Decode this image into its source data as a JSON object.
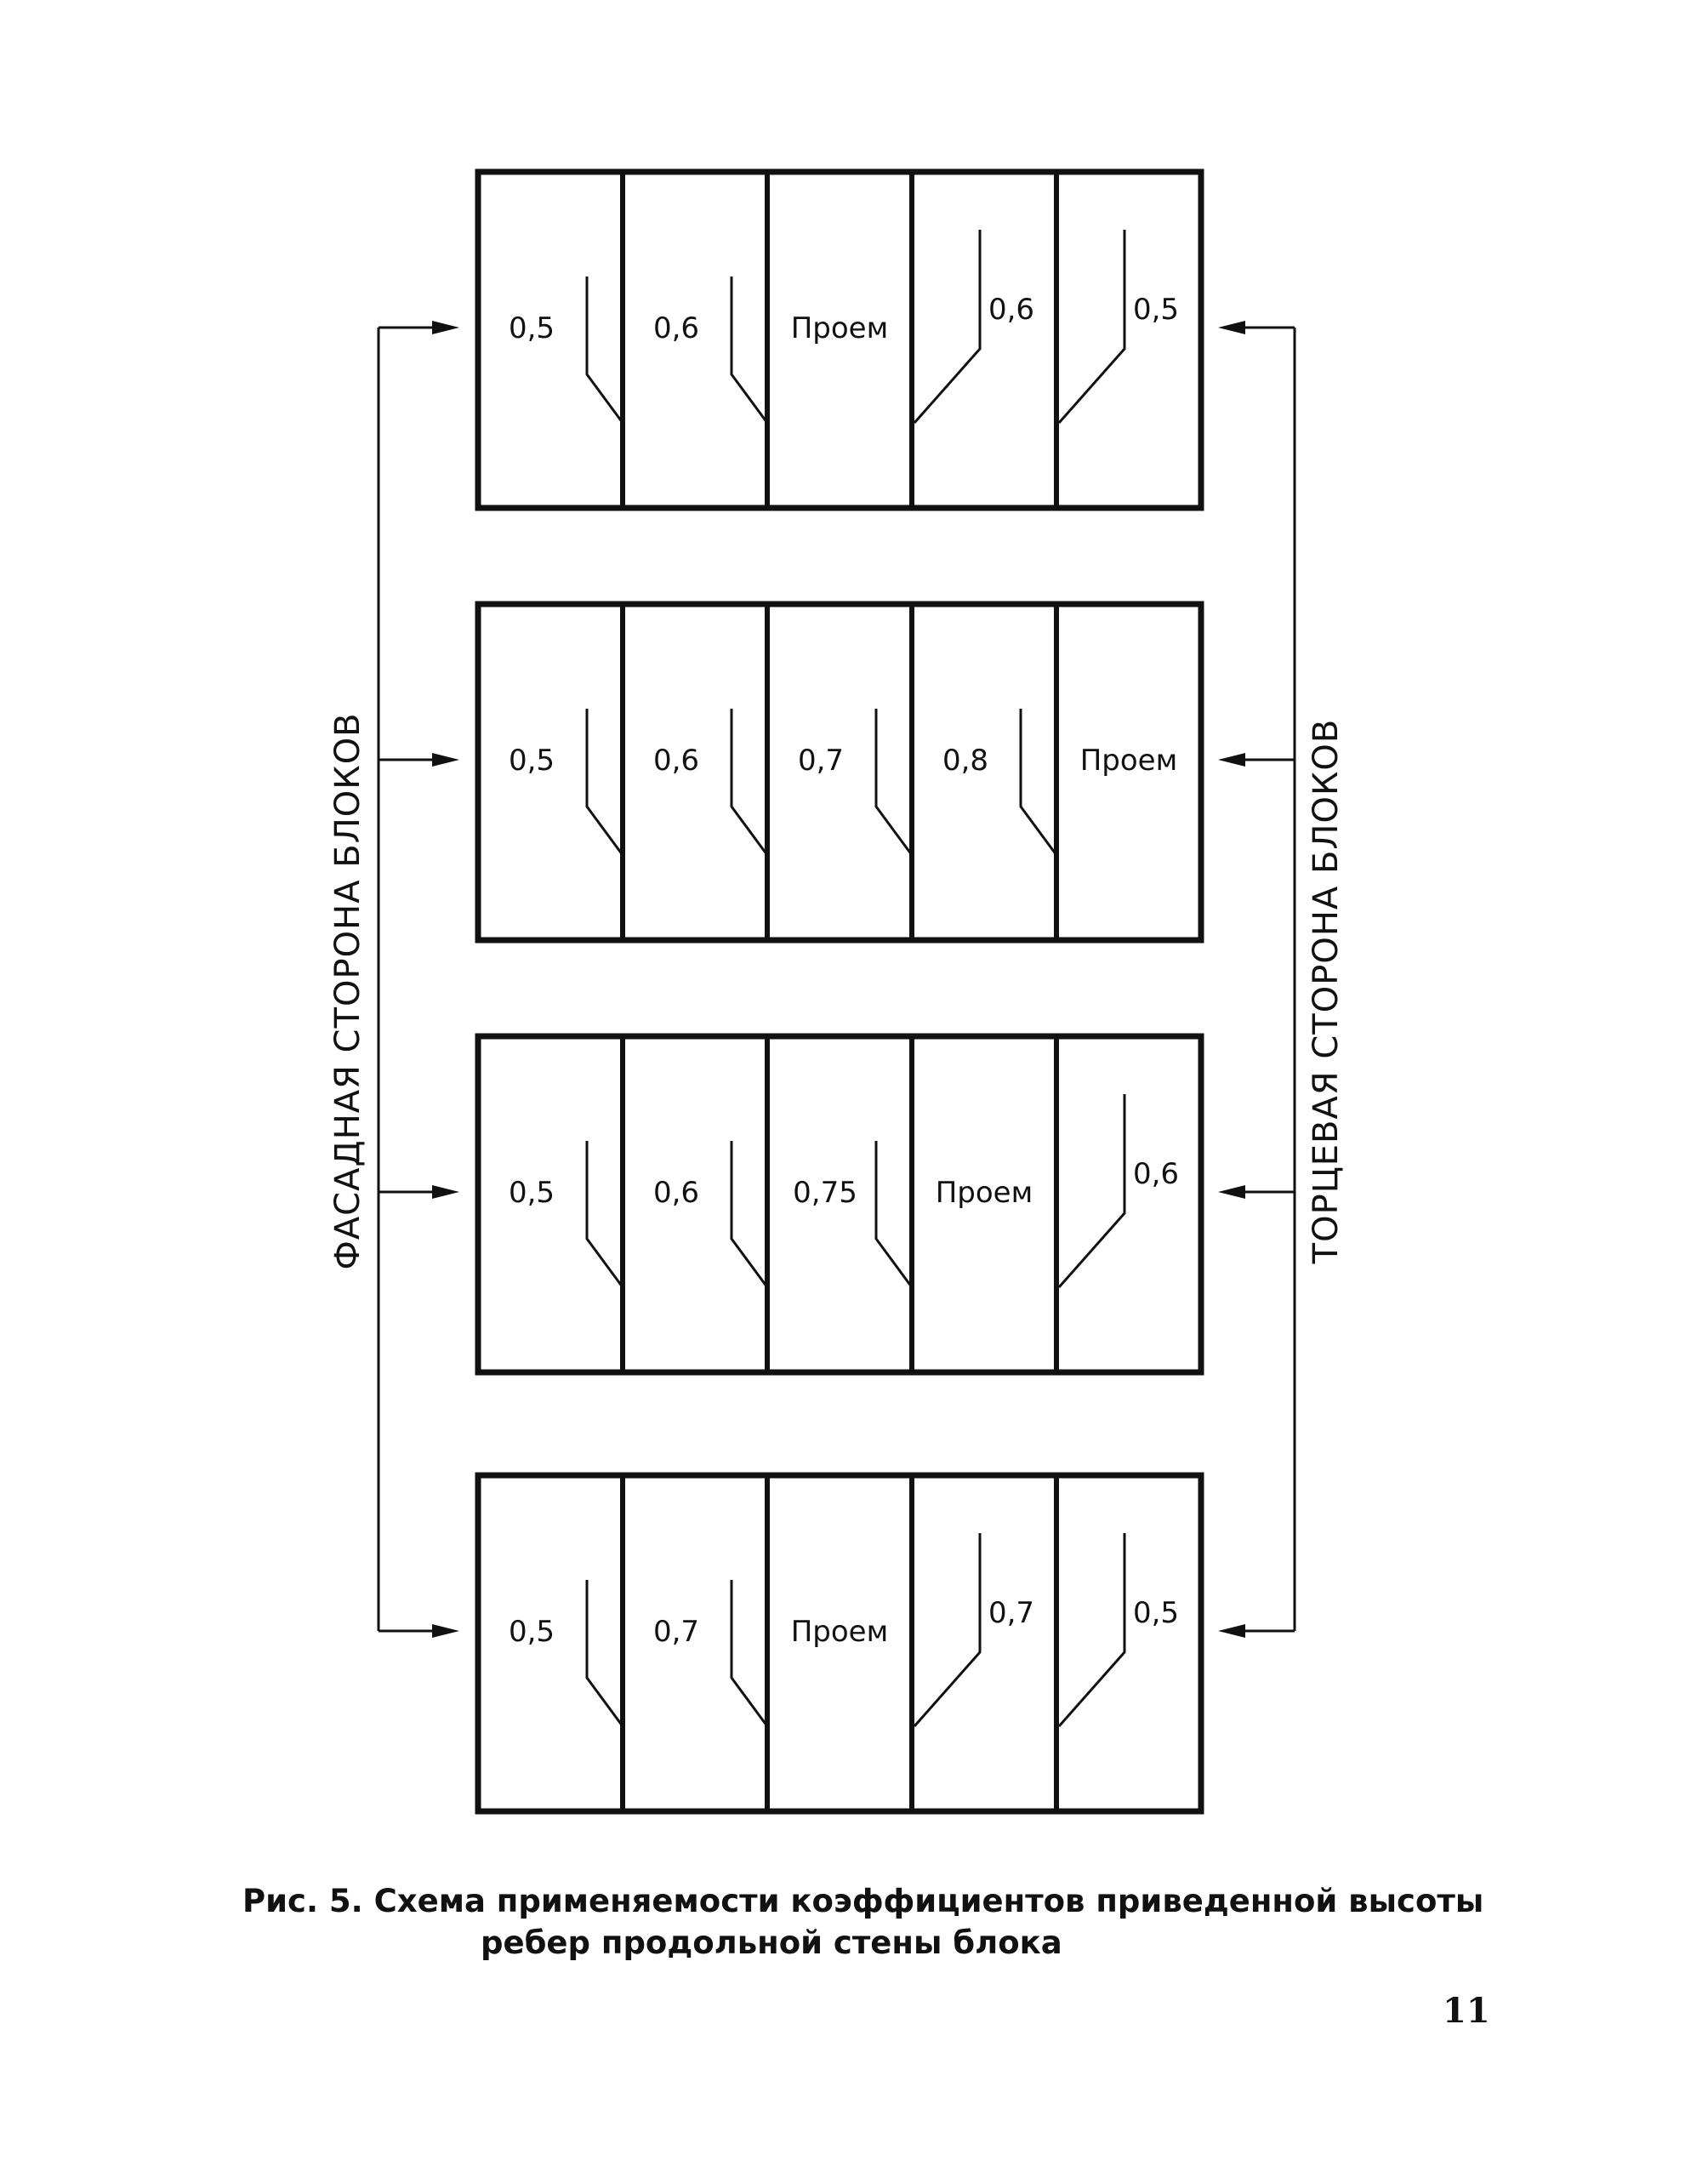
{
  "side_labels": {
    "left": "ФАСАДНАЯ СТОРОНА БЛОКОВ",
    "right": "ТОРЦЕВАЯ СТОРОНА БЛОКОВ"
  },
  "blocks": [
    {
      "cells": [
        {
          "label": "0,5",
          "rib": "left"
        },
        {
          "label": "0,6",
          "rib": "left"
        },
        {
          "label": "Проем",
          "rib": "none"
        },
        {
          "label": "0,6",
          "rib": "right"
        },
        {
          "label": "0,5",
          "rib": "right"
        }
      ]
    },
    {
      "cells": [
        {
          "label": "0,5",
          "rib": "left"
        },
        {
          "label": "0,6",
          "rib": "left"
        },
        {
          "label": "0,7",
          "rib": "left"
        },
        {
          "label": "0,8",
          "rib": "left"
        },
        {
          "label": "Проем",
          "rib": "none"
        }
      ]
    },
    {
      "cells": [
        {
          "label": "0,5",
          "rib": "left"
        },
        {
          "label": "0,6",
          "rib": "left"
        },
        {
          "label": "0,75",
          "rib": "left"
        },
        {
          "label": "Проем",
          "rib": "none"
        },
        {
          "label": "0,6",
          "rib": "right"
        }
      ]
    },
    {
      "cells": [
        {
          "label": "0,5",
          "rib": "left"
        },
        {
          "label": "0,7",
          "rib": "left"
        },
        {
          "label": "Проем",
          "rib": "none"
        },
        {
          "label": "0,7",
          "rib": "right"
        },
        {
          "label": "0,5",
          "rib": "right"
        }
      ]
    }
  ],
  "caption": {
    "line1": "Рис. 5. Схема применяемости коэффициентов приведенной высоты",
    "line2": "ребер продольной стены блока"
  },
  "page_number": "11"
}
